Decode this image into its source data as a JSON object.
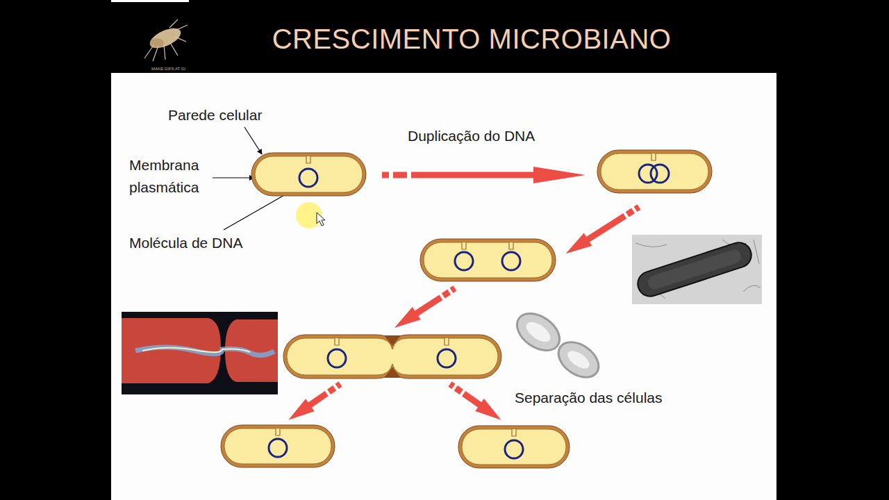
{
  "diagram": {
    "title": "CRESCIMENTO MICROBIANO",
    "labels": [
      "MAKE GIFS AT GI",
      "Parede celular",
      "Membrana plasmática",
      "Molécula de DNA",
      "Duplicação do DNA",
      "Separação das células"
    ]
  }
}
